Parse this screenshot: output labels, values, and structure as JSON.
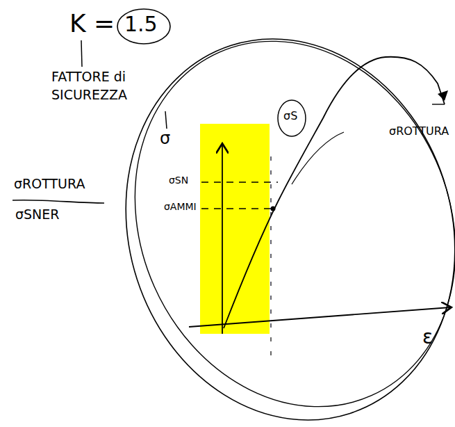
{
  "diagram": {
    "labels": [
      "K =",
      "1.5",
      "FATTORE di SICUREZZA",
      "σ",
      "σROTTURA",
      "σSNER",
      "σSN",
      "σAMMI",
      "σS",
      "σROTTURA",
      "ε"
    ]
  }
}
